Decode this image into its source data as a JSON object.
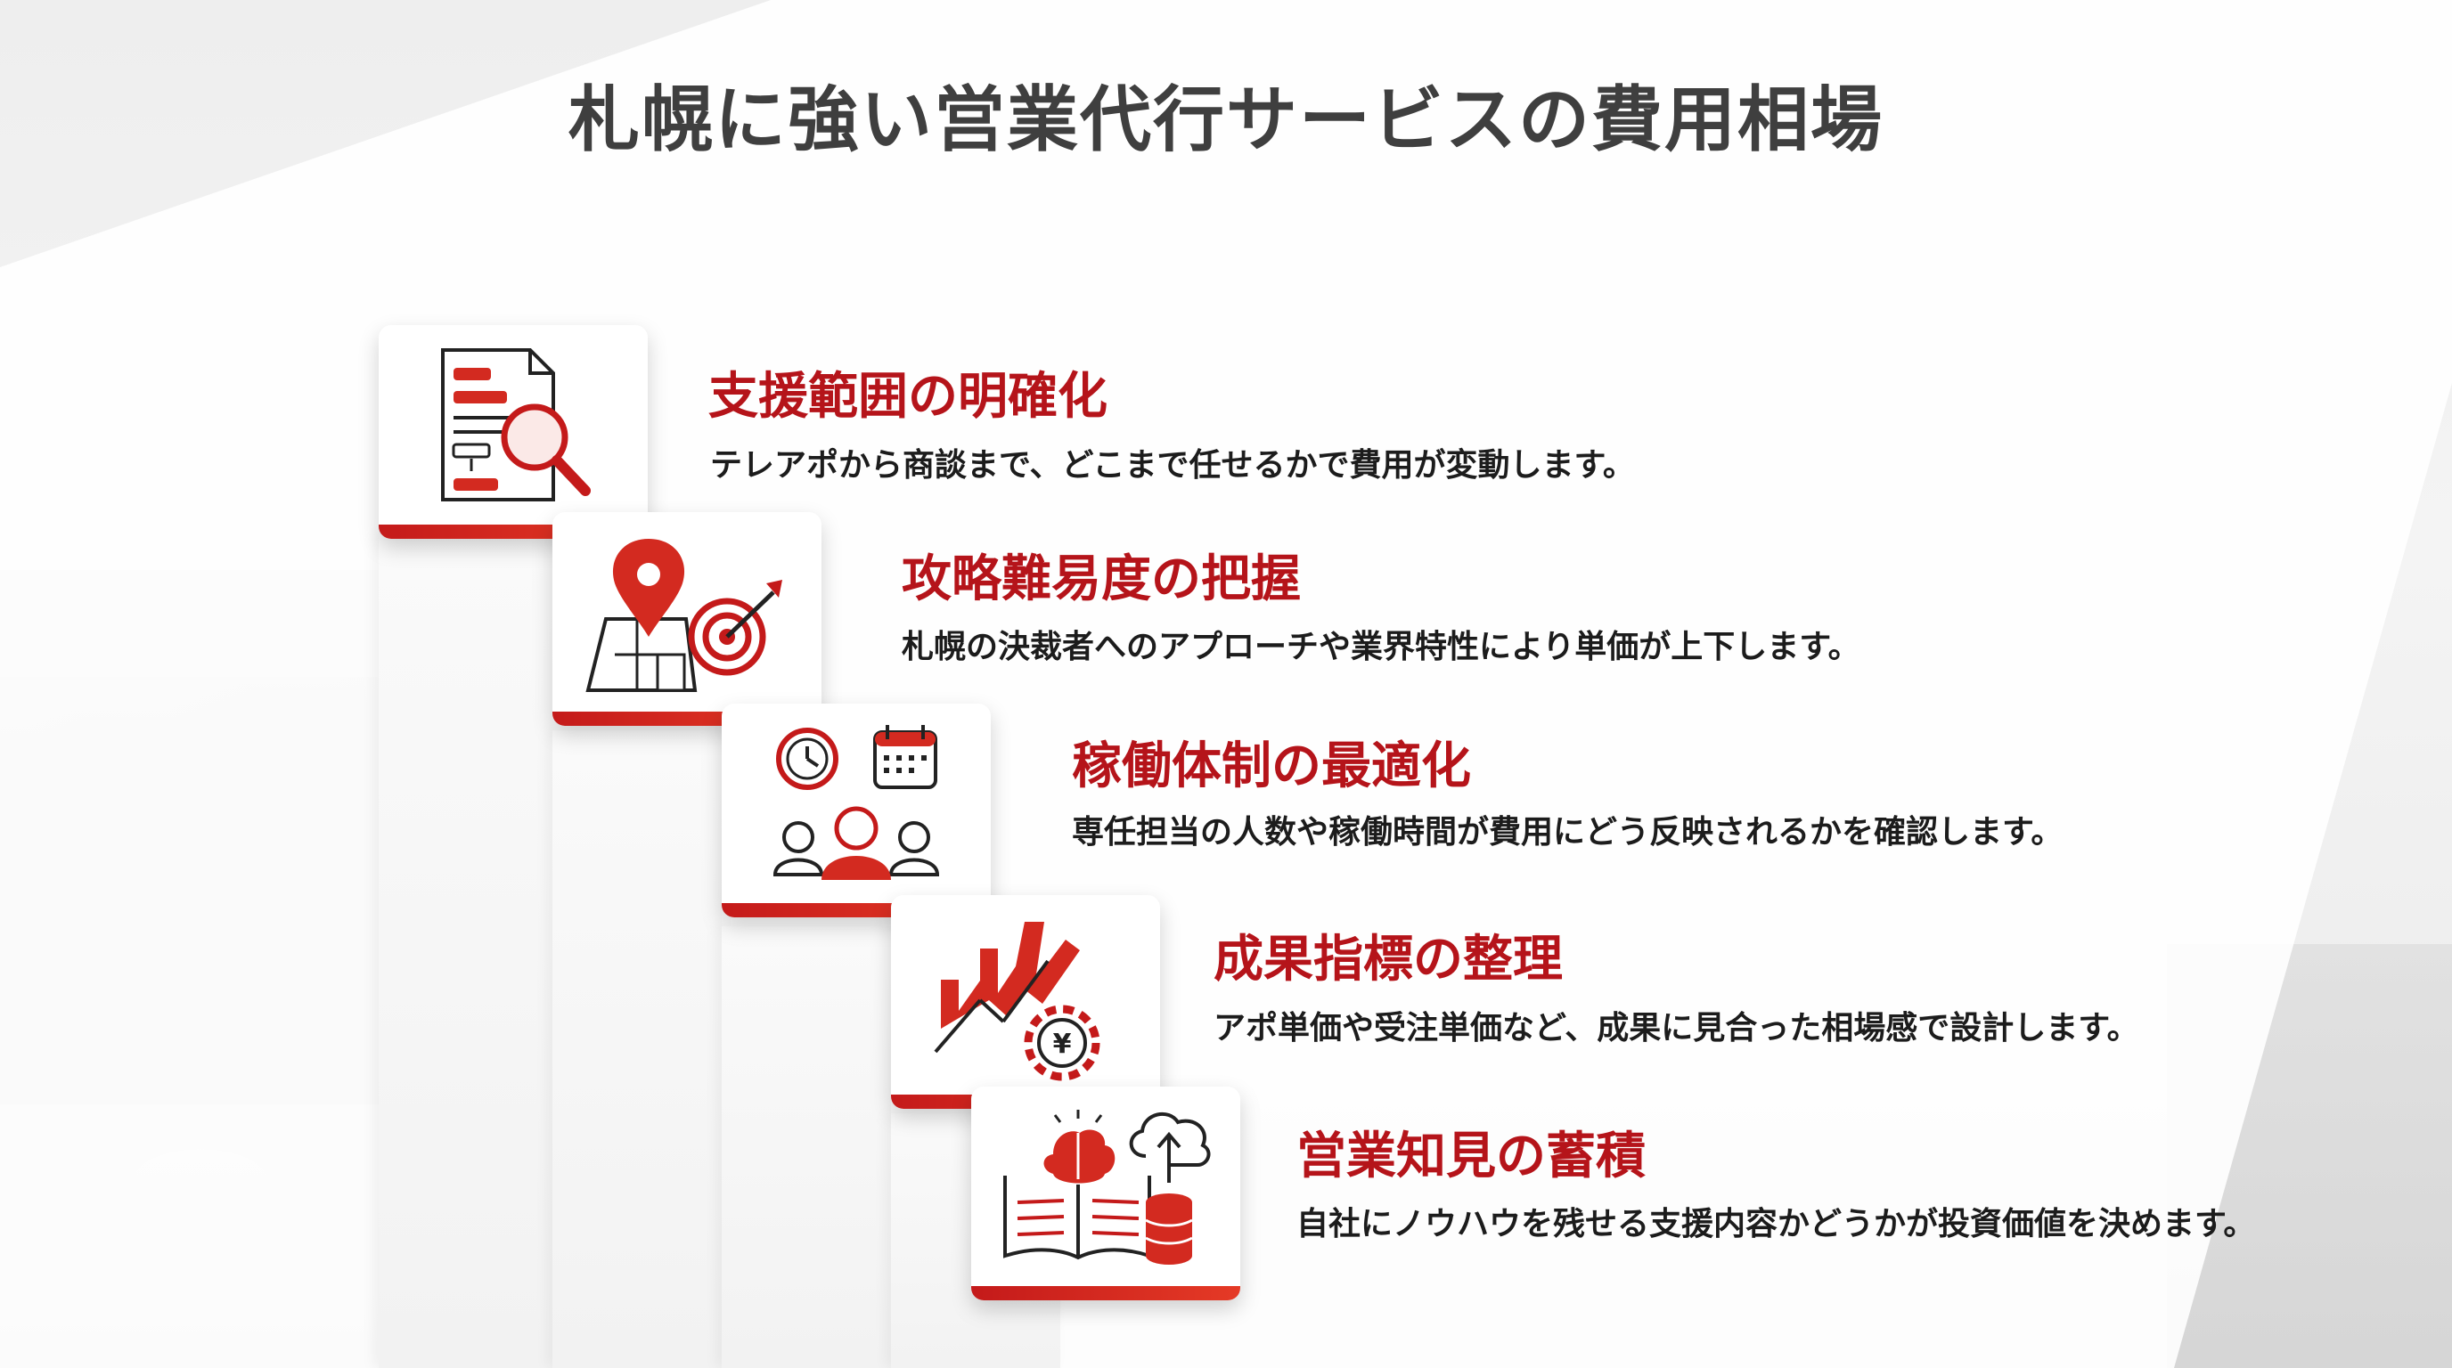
{
  "title": "札幌に強い営業代行サービスの費用相場",
  "colors": {
    "accent": "#c41a1a",
    "title_gray": "#3f3f3f",
    "text": "#1c1c1c"
  },
  "items": [
    {
      "title": "支援範囲の明確化",
      "desc": "テレアポから商談まで、どこまで任せるかで費用が変動します。",
      "icon": "document-search-icon"
    },
    {
      "title": "攻略難易度の把握",
      "desc": "札幌の決裁者へのアプローチや業界特性により単価が上下します。",
      "icon": "map-target-icon"
    },
    {
      "title": "稼働体制の最適化",
      "desc": "専任担当の人数や稼働時間が費用にどう反映されるかを確認します。",
      "icon": "team-schedule-icon"
    },
    {
      "title": "成果指標の整理",
      "desc": "アポ単価や受注単価など、成果に見合った相場感で設計します。",
      "icon": "growth-chart-yen-gear-icon"
    },
    {
      "title": "営業知見の蓄積",
      "desc": "自社にノウハウを残せる支援内容かどうかが投資価値を決めます。",
      "icon": "knowledge-brain-book-cloud-icon"
    }
  ]
}
